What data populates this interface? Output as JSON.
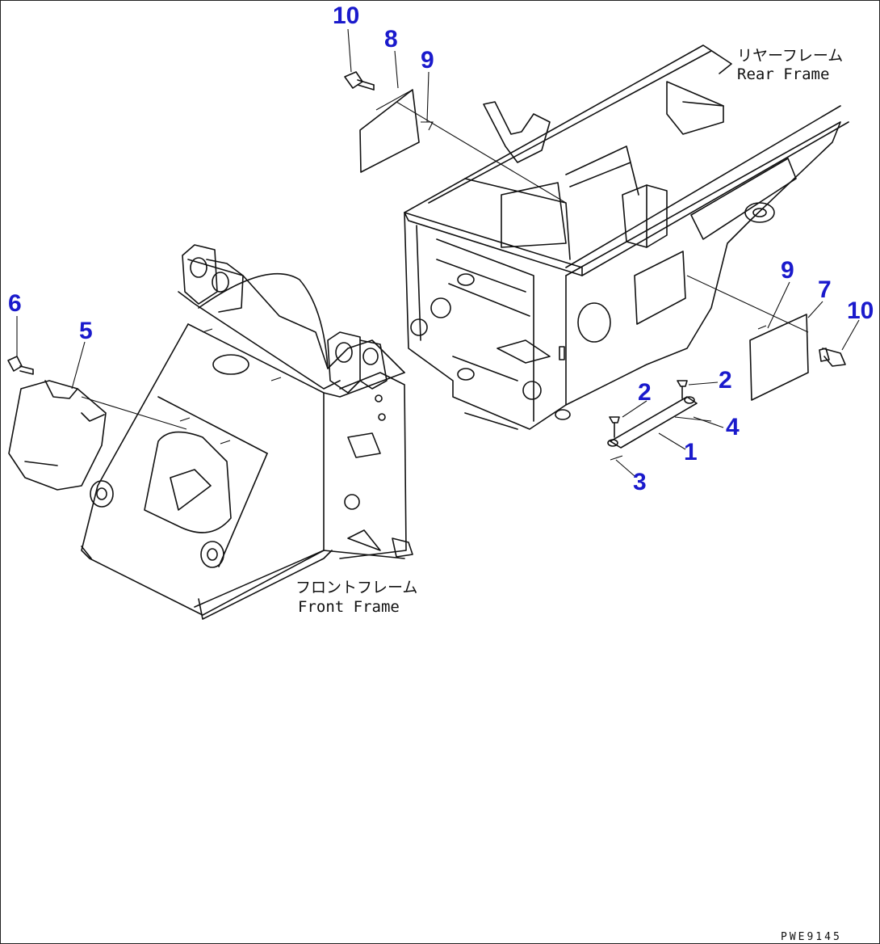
{
  "colors": {
    "part_number": "#1a1acc",
    "line": "#111111"
  },
  "frames": {
    "rear_jp": "リヤーフレーム",
    "rear_en": "Rear Frame",
    "front_jp": "フロントフレーム",
    "front_en": "Front Frame"
  },
  "callouts": {
    "c10a": "10",
    "c8": "8",
    "c9a": "9",
    "c9b": "9",
    "c7": "7",
    "c10b": "10",
    "c2a": "2",
    "c2b": "2",
    "c4": "4",
    "c1": "1",
    "c3": "3",
    "c6": "6",
    "c5": "5"
  },
  "doc_code": "PWE9145"
}
